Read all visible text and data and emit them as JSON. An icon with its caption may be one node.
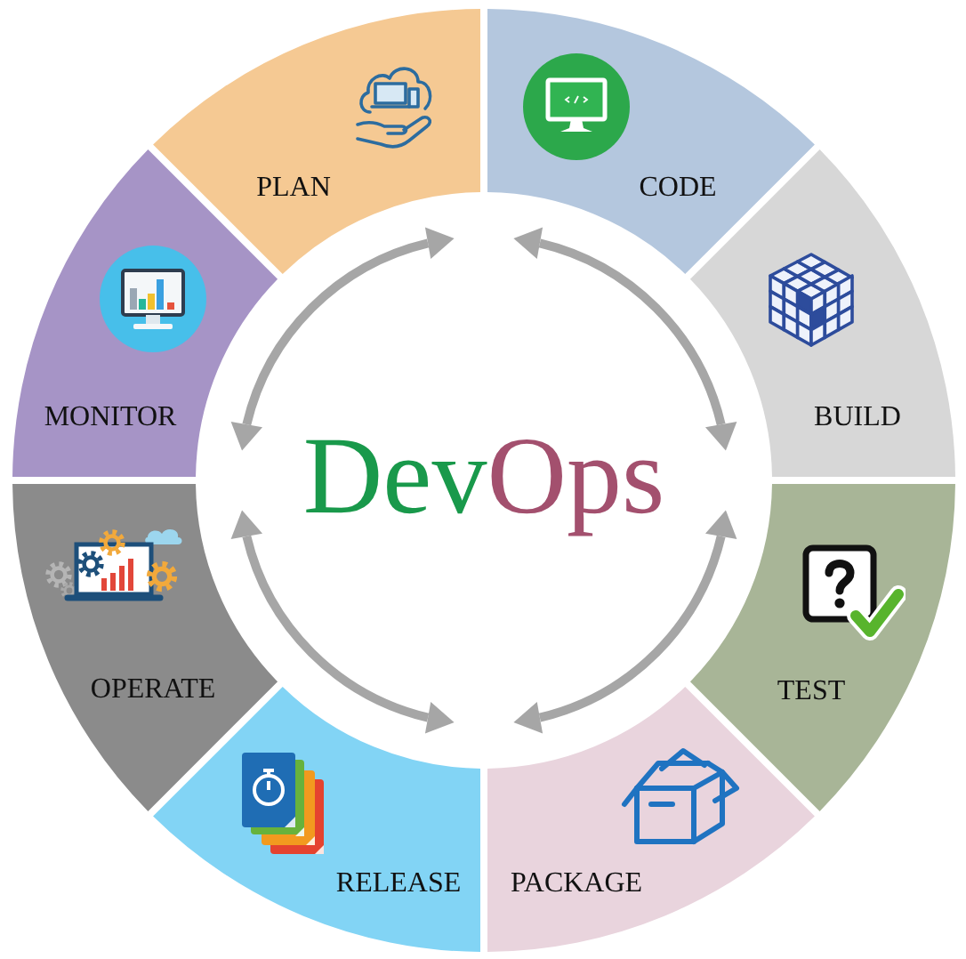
{
  "diagram": {
    "title": "DevOps",
    "nodes": [
      {
        "text": [
          "PLAN"
        ]
      },
      {
        "text": [
          "CODE"
        ]
      },
      {
        "text": [
          "BUILD"
        ]
      },
      {
        "text": [
          "TEST"
        ]
      },
      {
        "text": [
          "PACKAGE"
        ]
      },
      {
        "text": [
          "RELEASE"
        ]
      },
      {
        "text": [
          "OPERATE"
        ]
      },
      {
        "text": [
          "MONITOR"
        ]
      }
    ]
  }
}
